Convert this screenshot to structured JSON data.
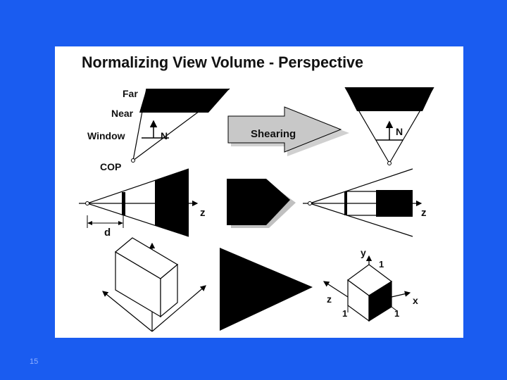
{
  "slide": {
    "title": "Normalizing View Volume - Perspective",
    "number": "15"
  },
  "labels": {
    "far": "Far",
    "near": "Near",
    "window": "Window",
    "n_left": "N",
    "n_right": "N",
    "cop": "COP",
    "shearing": "Shearing",
    "z_left": "z",
    "z_right": "z",
    "d": "d",
    "axis_y": "y",
    "axis_z": "z",
    "axis_x": "x",
    "one_top": "1",
    "one_left": "1",
    "one_right": "1"
  },
  "colors": {
    "background": "#1a5cf0",
    "panel": "#ffffff",
    "arrow_fill": "#c8c8c8",
    "ink": "#000000"
  }
}
